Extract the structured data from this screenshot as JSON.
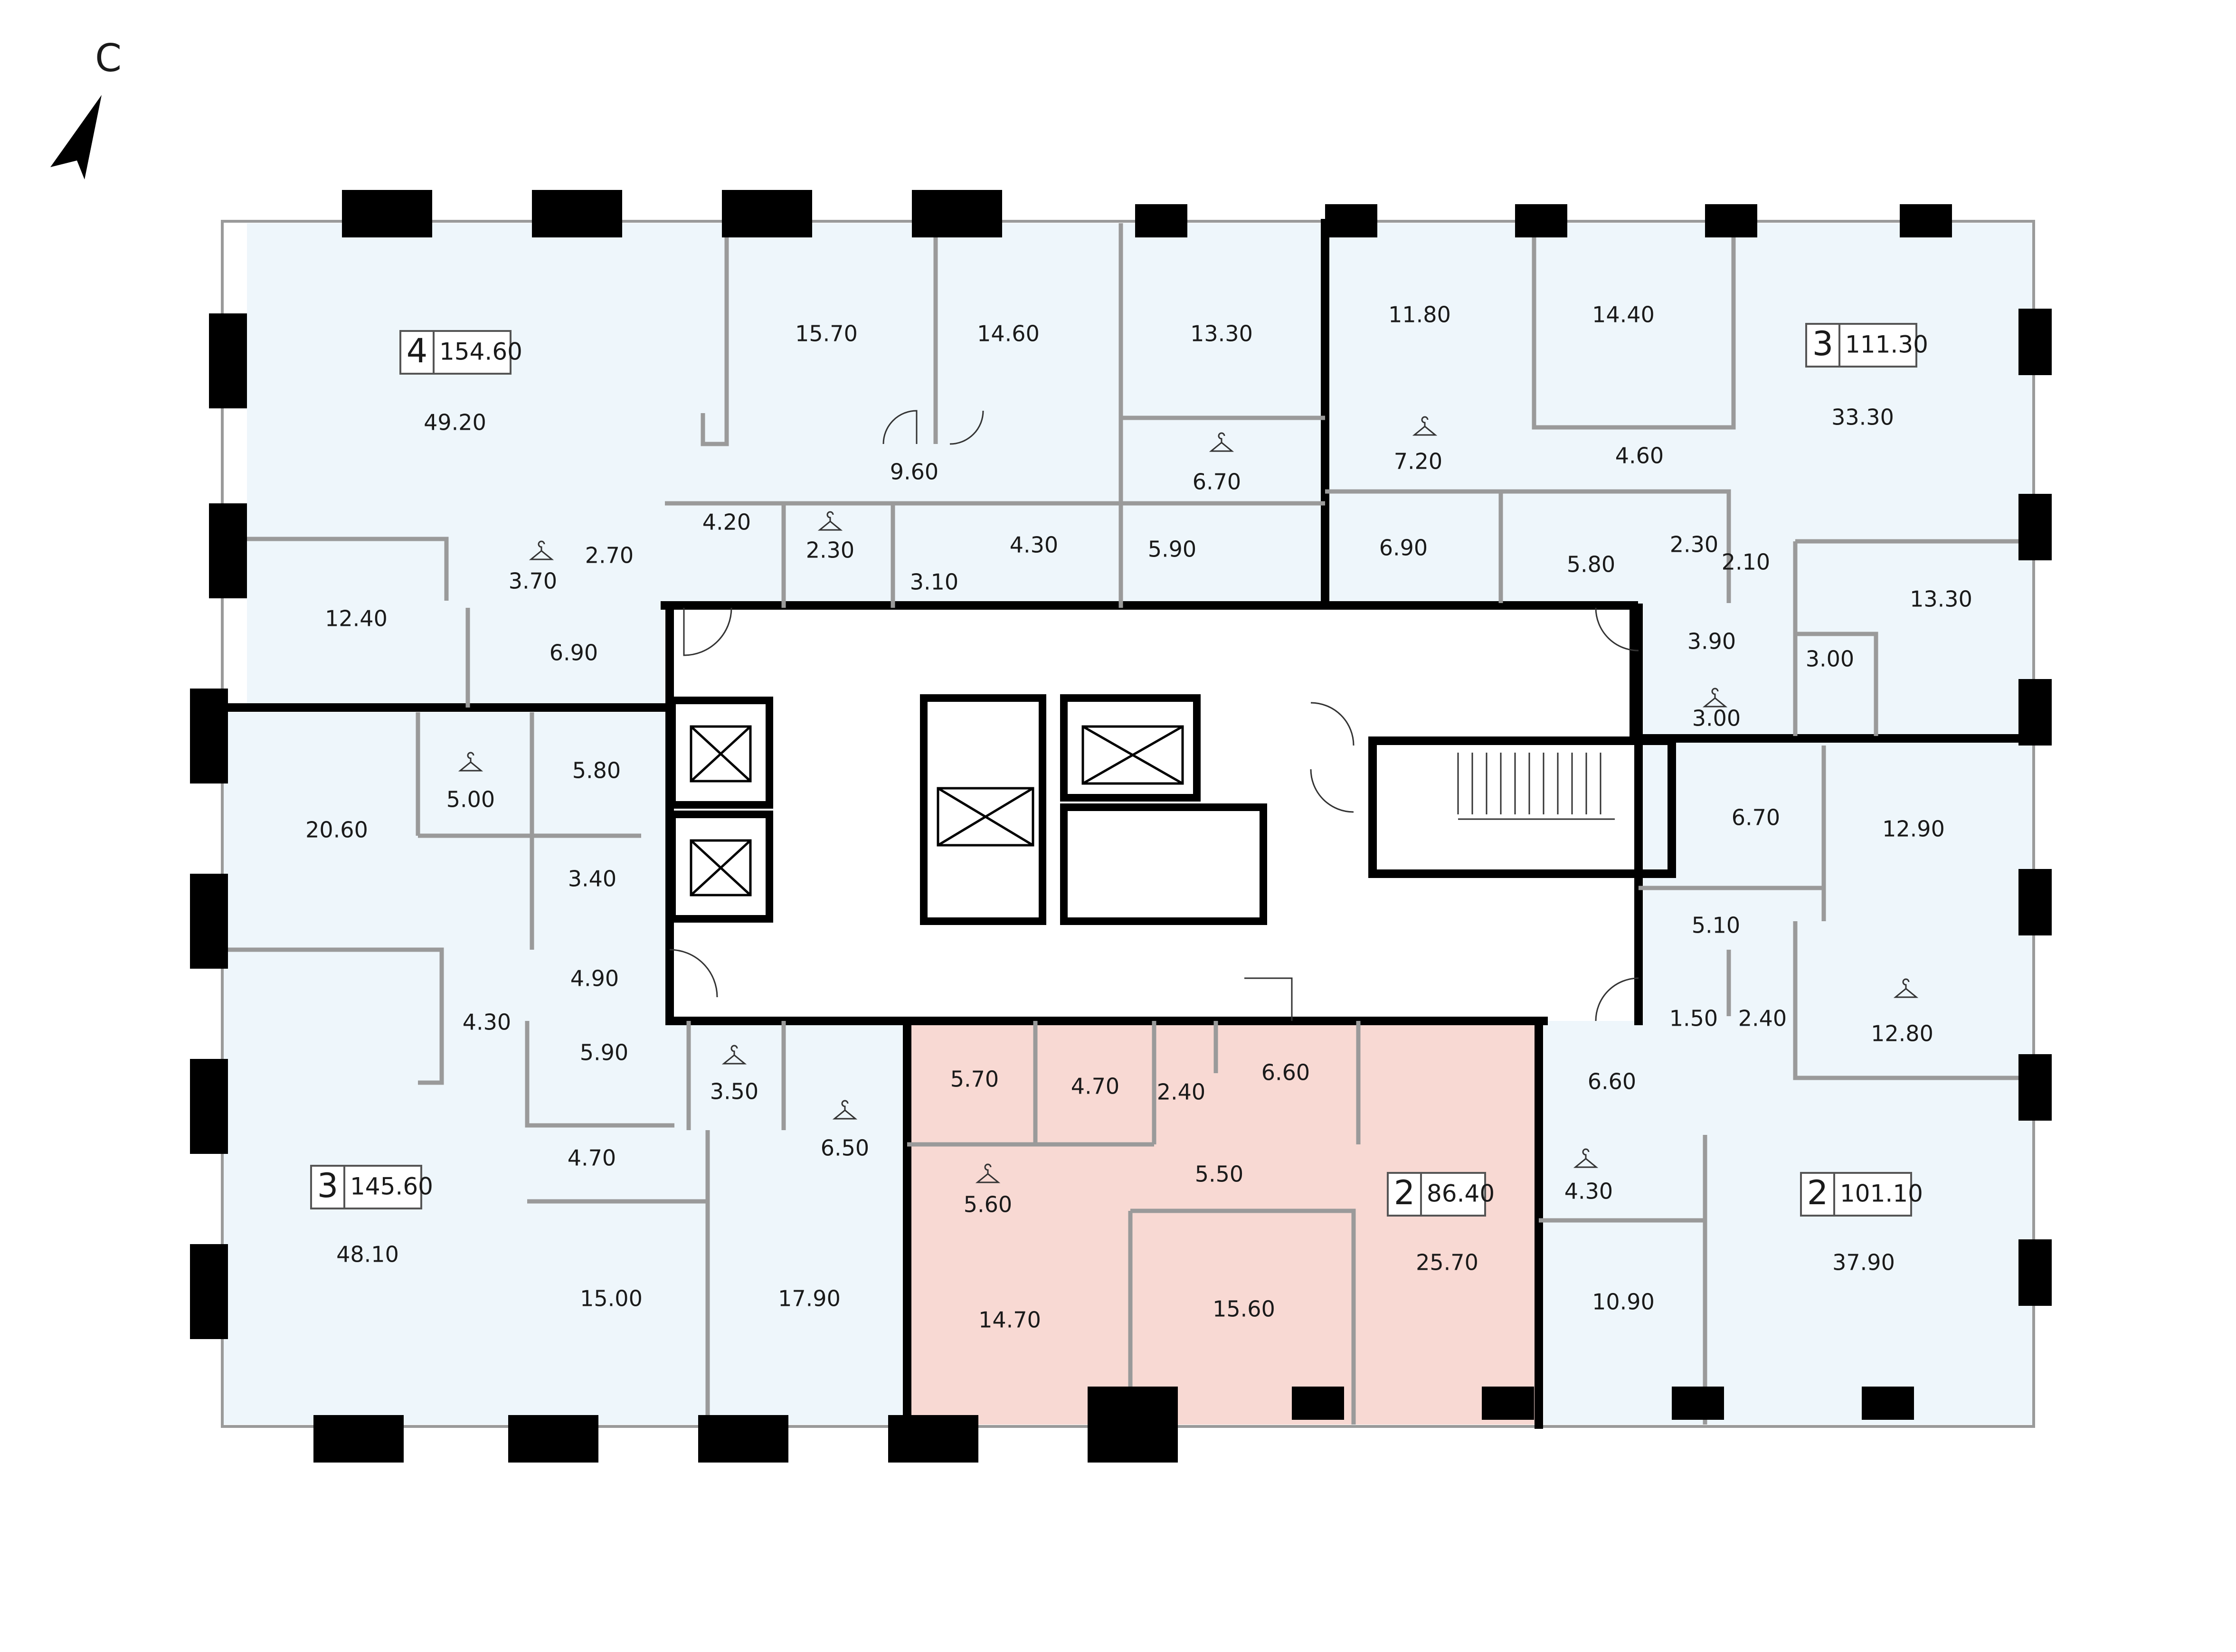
{
  "north_label": "С",
  "colors": {
    "apartment_fill": "#eef6fb",
    "highlight_fill": "#f8d9d3",
    "wall": "#000000",
    "partition": "#9a9a9a"
  },
  "apartments": [
    {
      "rooms": "4",
      "area": "154.60"
    },
    {
      "rooms": "3",
      "area": "111.30"
    },
    {
      "rooms": "3",
      "area": "145.60"
    },
    {
      "rooms": "2",
      "area": "86.40",
      "highlighted": true
    },
    {
      "rooms": "2",
      "area": "101.10"
    }
  ],
  "room_areas": [
    "49.20",
    "15.70",
    "14.60",
    "13.30",
    "9.60",
    "6.70",
    "4.20",
    "3.70",
    "2.70",
    "2.30",
    "3.10",
    "4.30",
    "5.90",
    "12.40",
    "6.90",
    "11.80",
    "14.40",
    "33.30",
    "7.20",
    "4.60",
    "6.90",
    "5.80",
    "2.30",
    "2.10",
    "13.30",
    "3.90",
    "3.00",
    "3.00",
    "20.60",
    "5.00",
    "5.80",
    "3.40",
    "4.90",
    "4.30",
    "5.90",
    "3.50",
    "6.50",
    "4.70",
    "48.10",
    "15.00",
    "17.90",
    "5.70",
    "4.70",
    "2.40",
    "6.60",
    "5.60",
    "5.50",
    "14.70",
    "15.60",
    "25.70",
    "6.70",
    "12.90",
    "5.10",
    "1.50",
    "2.40",
    "12.80",
    "6.60",
    "4.30",
    "10.90",
    "37.90"
  ]
}
